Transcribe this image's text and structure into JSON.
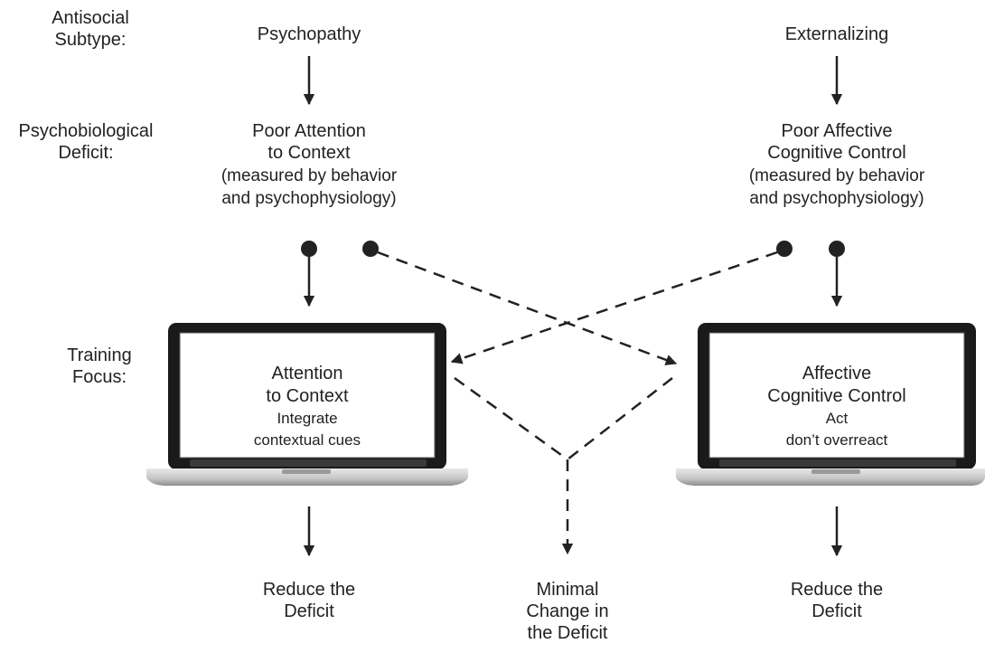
{
  "row_labels": {
    "subtype": "Antisocial\nSubtype:",
    "deficit": "Psychobiological\nDeficit:",
    "training": "Training\nFocus:"
  },
  "left": {
    "subtype": "Psychopathy",
    "deficit": "Poor Attention\nto Context",
    "measure": "(measured by behavior\nand psychophysiology)",
    "screen_title": "Attention\nto Context",
    "screen_detail": "Integrate\ncontextual cues",
    "outcome": "Reduce the\nDeficit"
  },
  "right": {
    "subtype": "Externalizing",
    "deficit": "Poor Affective\nCognitive Control",
    "measure": "(measured by behavior\nand psychophysiology)",
    "screen_title": "Affective\nCognitive Control",
    "screen_detail": "Act\ndon’t overreact",
    "outcome": "Reduce the\nDeficit"
  },
  "middle": {
    "outcome": "Minimal\nChange in\nthe Deficit"
  },
  "colors": {
    "ink": "#222222",
    "laptop_frame": "#1a1a1a",
    "laptop_base": "#c9c9c9"
  }
}
